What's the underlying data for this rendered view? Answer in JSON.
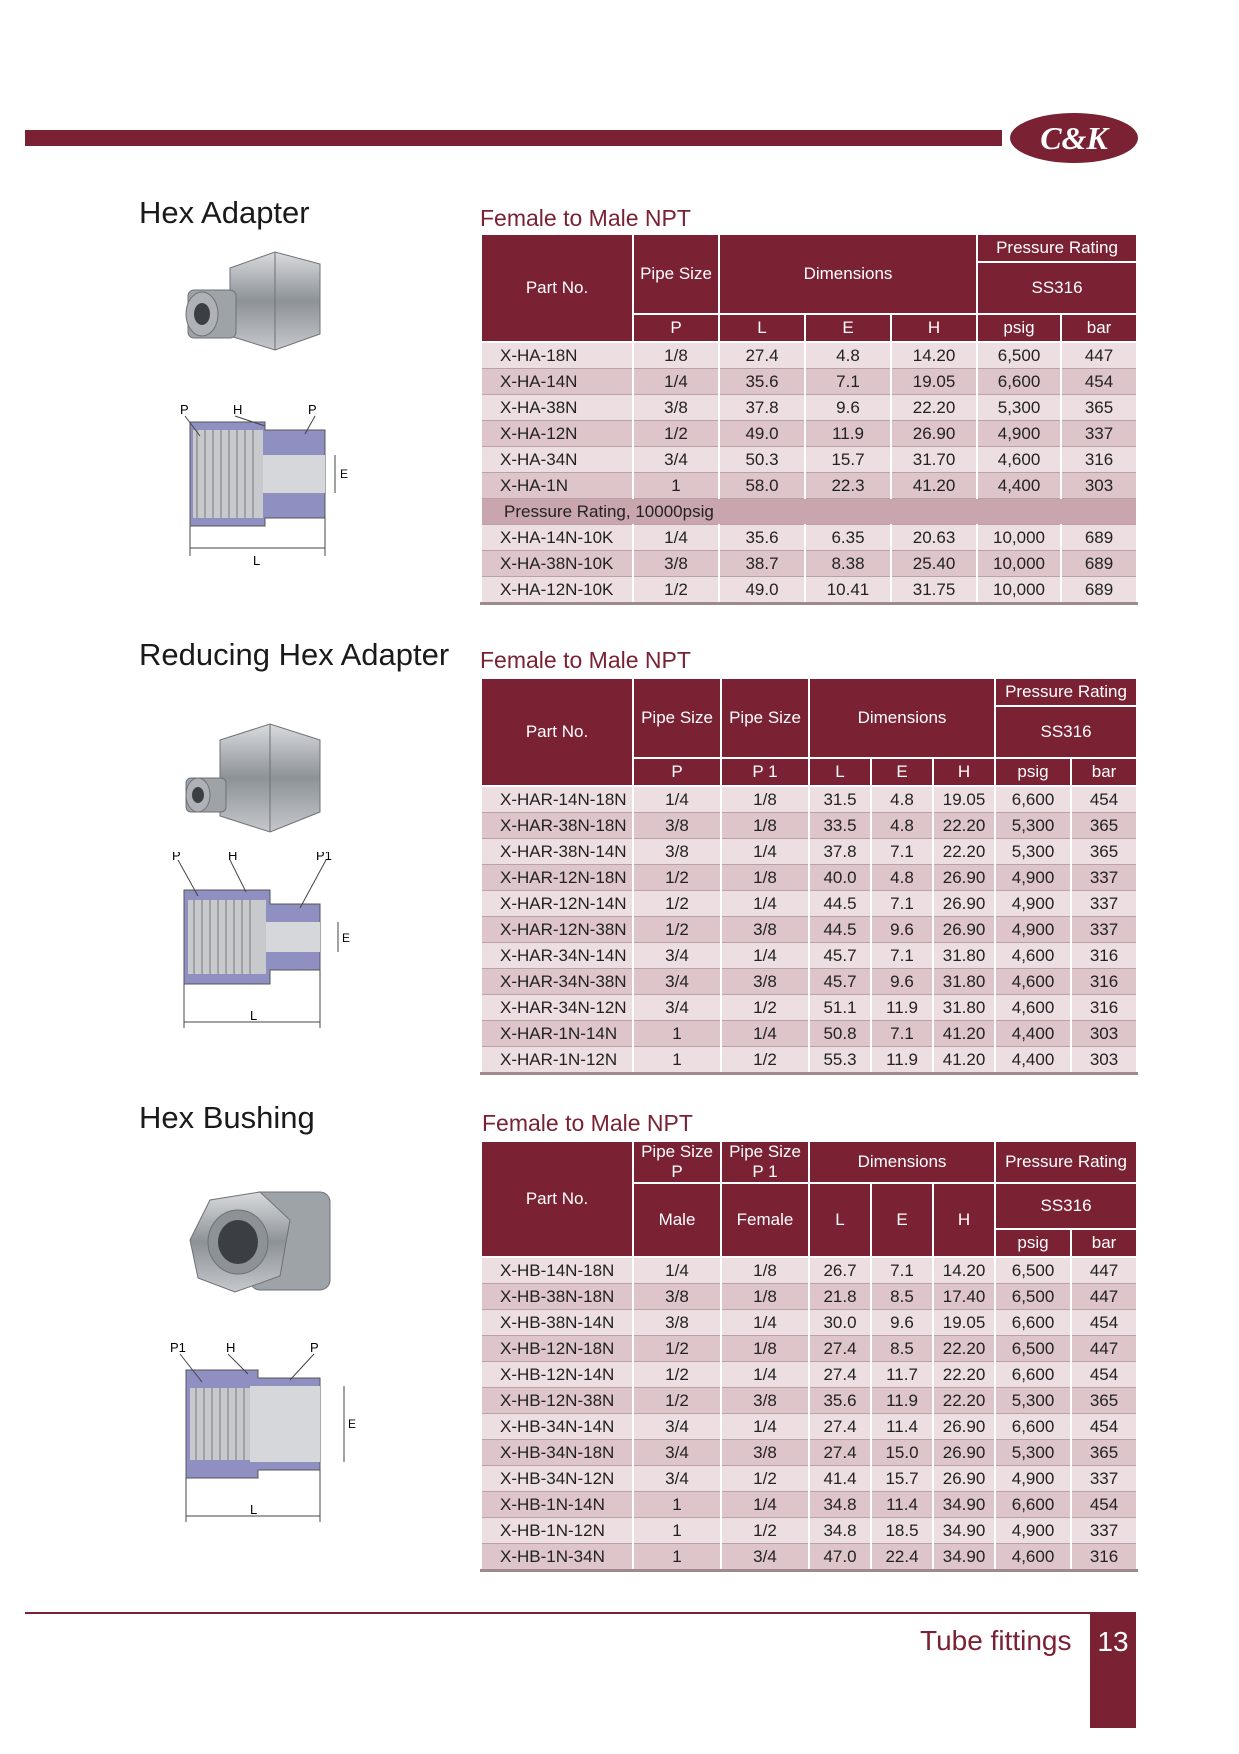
{
  "header": {
    "brand": "C&K"
  },
  "footer": {
    "category": "Tube fittings",
    "page_number": "13"
  },
  "sections": [
    {
      "title": "Hex Adapter",
      "subtitle": "Female to Male NPT",
      "diagram_labels": {
        "p_left": "P",
        "h": "H",
        "p_right": "P",
        "e": "E",
        "l": "L"
      },
      "headers": {
        "part_no": "Part No.",
        "pipe_size": "Pipe Size",
        "p": "P",
        "dimensions": "Dimensions",
        "l": "L",
        "e": "E",
        "h": "H",
        "pressure": "Pressure Rating",
        "material": "SS316",
        "psig": "psig",
        "bar": "bar"
      },
      "rows": [
        [
          "X-HA-18N",
          "1/8",
          "27.4",
          "4.8",
          "14.20",
          "6,500",
          "447"
        ],
        [
          "X-HA-14N",
          "1/4",
          "35.6",
          "7.1",
          "19.05",
          "6,600",
          "454"
        ],
        [
          "X-HA-38N",
          "3/8",
          "37.8",
          "9.6",
          "22.20",
          "5,300",
          "365"
        ],
        [
          "X-HA-12N",
          "1/2",
          "49.0",
          "11.9",
          "26.90",
          "4,900",
          "337"
        ],
        [
          "X-HA-34N",
          "3/4",
          "50.3",
          "15.7",
          "31.70",
          "4,600",
          "316"
        ],
        [
          "X-HA-1N",
          "1",
          "58.0",
          "22.3",
          "41.20",
          "4,400",
          "303"
        ]
      ],
      "subheading": "Pressure Rating, 10000psig",
      "rows2": [
        [
          "X-HA-14N-10K",
          "1/4",
          "35.6",
          "6.35",
          "20.63",
          "10,000",
          "689"
        ],
        [
          "X-HA-38N-10K",
          "3/8",
          "38.7",
          "8.38",
          "25.40",
          "10,000",
          "689"
        ],
        [
          "X-HA-12N-10K",
          "1/2",
          "49.0",
          "10.41",
          "31.75",
          "10,000",
          "689"
        ]
      ]
    },
    {
      "title": "Reducing Hex Adapter",
      "subtitle": "Female to Male NPT",
      "diagram_labels": {
        "p": "P",
        "h": "H",
        "p1": "P1",
        "e": "E",
        "l": "L"
      },
      "headers": {
        "part_no": "Part No.",
        "pipe_size_a": "Pipe Size",
        "pipe_size_b": "Pipe Size",
        "p": "P",
        "p1": "P 1",
        "dimensions": "Dimensions",
        "l": "L",
        "e": "E",
        "h": "H",
        "pressure": "Pressure Rating",
        "material": "SS316",
        "psig": "psig",
        "bar": "bar"
      },
      "rows": [
        [
          "X-HAR-14N-18N",
          "1/4",
          "1/8",
          "31.5",
          "4.8",
          "19.05",
          "6,600",
          "454"
        ],
        [
          "X-HAR-38N-18N",
          "3/8",
          "1/8",
          "33.5",
          "4.8",
          "22.20",
          "5,300",
          "365"
        ],
        [
          "X-HAR-38N-14N",
          "3/8",
          "1/4",
          "37.8",
          "7.1",
          "22.20",
          "5,300",
          "365"
        ],
        [
          "X-HAR-12N-18N",
          "1/2",
          "1/8",
          "40.0",
          "4.8",
          "26.90",
          "4,900",
          "337"
        ],
        [
          "X-HAR-12N-14N",
          "1/2",
          "1/4",
          "44.5",
          "7.1",
          "26.90",
          "4,900",
          "337"
        ],
        [
          "X-HAR-12N-38N",
          "1/2",
          "3/8",
          "44.5",
          "9.6",
          "26.90",
          "4,900",
          "337"
        ],
        [
          "X-HAR-34N-14N",
          "3/4",
          "1/4",
          "45.7",
          "7.1",
          "31.80",
          "4,600",
          "316"
        ],
        [
          "X-HAR-34N-38N",
          "3/4",
          "3/8",
          "45.7",
          "9.6",
          "31.80",
          "4,600",
          "316"
        ],
        [
          "X-HAR-34N-12N",
          "3/4",
          "1/2",
          "51.1",
          "11.9",
          "31.80",
          "4,600",
          "316"
        ],
        [
          "X-HAR-1N-14N",
          "1",
          "1/4",
          "50.8",
          "7.1",
          "41.20",
          "4,400",
          "303"
        ],
        [
          "X-HAR-1N-12N",
          "1",
          "1/2",
          "55.3",
          "11.9",
          "41.20",
          "4,400",
          "303"
        ]
      ]
    },
    {
      "title": "Hex Bushing",
      "subtitle": "Female to Male NPT",
      "diagram_labels": {
        "p1": "P1",
        "h": "H",
        "p": "P",
        "e": "E",
        "l": "L"
      },
      "headers": {
        "part_no": "Part No.",
        "pipe_size_a": "Pipe Size",
        "pipe_size_b": "Pipe Size",
        "p": "P",
        "p1": "P 1",
        "male": "Male",
        "female": "Female",
        "dimensions": "Dimensions",
        "l": "L",
        "e": "E",
        "h": "H",
        "pressure": "Pressure Rating",
        "material": "SS316",
        "psig": "psig",
        "bar": "bar"
      },
      "rows": [
        [
          "X-HB-14N-18N",
          "1/4",
          "1/8",
          "26.7",
          "7.1",
          "14.20",
          "6,500",
          "447"
        ],
        [
          "X-HB-38N-18N",
          "3/8",
          "1/8",
          "21.8",
          "8.5",
          "17.40",
          "6,500",
          "447"
        ],
        [
          "X-HB-38N-14N",
          "3/8",
          "1/4",
          "30.0",
          "9.6",
          "19.05",
          "6,600",
          "454"
        ],
        [
          "X-HB-12N-18N",
          "1/2",
          "1/8",
          "27.4",
          "8.5",
          "22.20",
          "6,500",
          "447"
        ],
        [
          "X-HB-12N-14N",
          "1/2",
          "1/4",
          "27.4",
          "11.7",
          "22.20",
          "6,600",
          "454"
        ],
        [
          "X-HB-12N-38N",
          "1/2",
          "3/8",
          "35.6",
          "11.9",
          "22.20",
          "5,300",
          "365"
        ],
        [
          "X-HB-34N-14N",
          "3/4",
          "1/4",
          "27.4",
          "11.4",
          "26.90",
          "6,600",
          "454"
        ],
        [
          "X-HB-34N-18N",
          "3/4",
          "3/8",
          "27.4",
          "15.0",
          "26.90",
          "5,300",
          "365"
        ],
        [
          "X-HB-34N-12N",
          "3/4",
          "1/2",
          "41.4",
          "15.7",
          "26.90",
          "4,900",
          "337"
        ],
        [
          "X-HB-1N-14N",
          "1",
          "1/4",
          "34.8",
          "11.4",
          "34.90",
          "6,600",
          "454"
        ],
        [
          "X-HB-1N-12N",
          "1",
          "1/2",
          "34.8",
          "18.5",
          "34.90",
          "4,900",
          "337"
        ],
        [
          "X-HB-1N-34N",
          "1",
          "3/4",
          "47.0",
          "22.4",
          "34.90",
          "4,600",
          "316"
        ]
      ]
    }
  ]
}
